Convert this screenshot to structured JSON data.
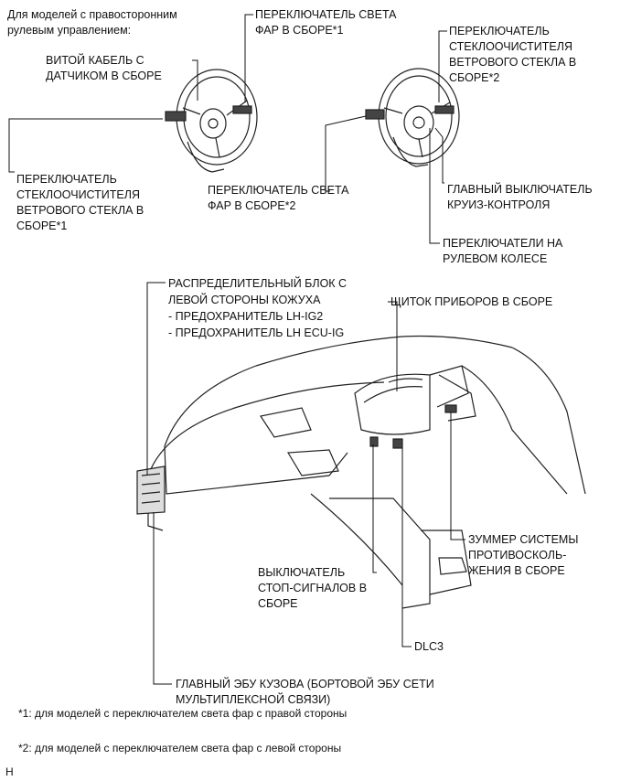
{
  "header": {
    "line1": "Для моделей с правосторонним",
    "line2": "рулевым управлением:"
  },
  "labels": {
    "spiral_cable": [
      "ВИТОЙ КАБЕЛЬ С",
      "ДАТЧИКОМ В СБОРЕ"
    ],
    "headlight_switch_1": [
      "ПЕРЕКЛЮЧАТЕЛЬ СВЕТА",
      "ФАР В СБОРЕ*1"
    ],
    "wiper_switch_2": [
      "ПЕРЕКЛЮЧАТЕЛЬ",
      "СТЕКЛООЧИСТИТЕЛЯ",
      "ВЕТРОВОГО СТЕКЛА В",
      "СБОРЕ*2"
    ],
    "wiper_switch_1": [
      "ПЕРЕКЛЮЧАТЕЛЬ",
      "СТЕКЛООЧИСТИТЕЛЯ",
      "ВЕТРОВОГО СТЕКЛА В",
      "СБОРЕ*1"
    ],
    "headlight_switch_2": [
      "ПЕРЕКЛЮЧАТЕЛЬ СВЕТА",
      "ФАР В СБОРЕ*2"
    ],
    "cruise_main_switch": [
      "ГЛАВНЫЙ ВЫКЛЮЧАТЕЛЬ",
      "КРУИЗ-КОНТРОЛЯ"
    ],
    "steering_pad_switch": [
      "ПЕРЕКЛЮЧАТЕЛИ НА",
      "РУЛЕВОМ КОЛЕСЕ"
    ],
    "junction_block": [
      "РАСПРЕДЕЛИТЕЛЬНЫЙ БЛОК С",
      "ЛЕВОЙ СТОРОНЫ КОЖУХА",
      "- ПРЕДОХРАНИТЕЛЬ LH-IG2",
      "- ПРЕДОХРАНИТЕЛЬ LH ECU-IG"
    ],
    "combination_meter": [
      "ЩИТОК ПРИБОРОВ В СБОРЕ"
    ],
    "clearance_buzzer": [
      "ЗУММЕР СИСТЕМЫ",
      "ПРОТИВОСКОЛЬ-",
      "ЖЕНИЯ В СБОРЕ"
    ],
    "stop_light_switch": [
      "ВЫКЛЮЧАТЕЛЬ",
      "СТОП-СИГНАЛОВ В",
      "СБОРЕ"
    ],
    "dlc3": [
      "DLC3"
    ],
    "main_body_ecu": [
      "ГЛАВНЫЙ ЭБУ КУЗОВА (БОРТОВОЙ ЭБУ СЕТИ",
      "МУЛЬТИПЛЕКСНОЙ СВЯЗИ)"
    ]
  },
  "footnotes": {
    "note1": "*1: для моделей с переключателем света фар с правой стороны",
    "note2": "*2: для моделей с переключателем света фар с левой стороны"
  },
  "corner_mark": "H"
}
